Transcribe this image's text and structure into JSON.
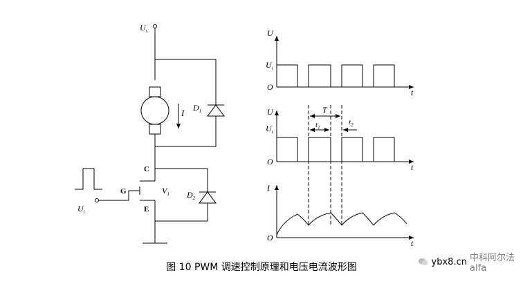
{
  "caption": "图 10 PWM 调速控制原理和电压电流波形图",
  "watermark": {
    "site": "ybx8.cn",
    "account": "中科阿尔法alfa"
  },
  "circuit": {
    "supply": {
      "main": "U",
      "sub": "s"
    },
    "current": "I",
    "d1": {
      "main": "D",
      "sub": "1"
    },
    "d2": {
      "main": "D",
      "sub": "2"
    },
    "v1": {
      "main": "V",
      "sub": "1"
    },
    "ui": {
      "main": "U",
      "sub": "i"
    },
    "c": "C",
    "g": "G",
    "e": "E"
  },
  "plots": {
    "top": {
      "y": "U",
      "level": {
        "main": "U",
        "sub": "i"
      },
      "origin": "O",
      "x": "t"
    },
    "middle": {
      "y": "U",
      "level": {
        "main": "U",
        "sub": "s"
      },
      "origin": "O",
      "x": "t",
      "period": "T",
      "t1": {
        "main": "t",
        "sub": "1"
      },
      "t2": {
        "main": "t",
        "sub": "2"
      }
    },
    "bottom": {
      "y": "I",
      "origin": "O",
      "x": "t"
    }
  }
}
